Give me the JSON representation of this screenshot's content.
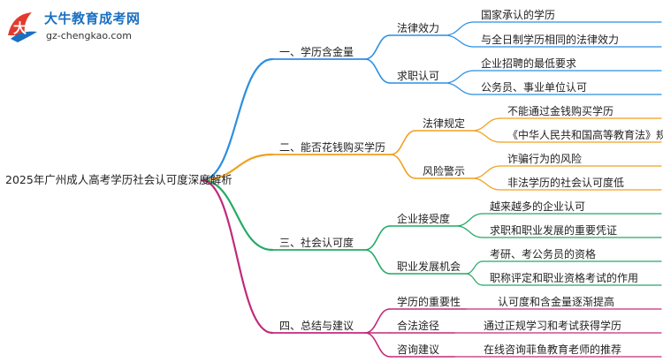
{
  "logo": {
    "title": "大牛教育成考网",
    "subtitle": "gz-chengkao.com"
  },
  "root": "2025年广州成人高考学历社会认可度深度解析",
  "branches": [
    {
      "label": "一、学历含金量",
      "color": "#2b8fe0",
      "children": [
        {
          "label": "法律效力",
          "leaves": [
            "国家承认的学历",
            "与全日制学历相同的法律效力"
          ]
        },
        {
          "label": "求职认可",
          "leaves": [
            "企业招聘的最低要求",
            "公务员、事业单位认可"
          ]
        }
      ]
    },
    {
      "label": "二、能否花钱购买学历",
      "color": "#f0a020",
      "children": [
        {
          "label": "法律规定",
          "leaves": [
            "不能通过金钱购买学历",
            "《中华人民共和国高等教育法》规定"
          ]
        },
        {
          "label": "风险警示",
          "leaves": [
            "诈骗行为的风险",
            "非法学历的社会认可度低"
          ]
        }
      ]
    },
    {
      "label": "三、社会认可度",
      "color": "#22aa66",
      "children": [
        {
          "label": "企业接受度",
          "leaves": [
            "越来越多的企业认可",
            "求职和职业发展的重要凭证"
          ]
        },
        {
          "label": "职业发展机会",
          "leaves": [
            "考研、考公务员的资格",
            "职称评定和职业资格考试的作用"
          ]
        }
      ]
    },
    {
      "label": "四、总结与建议",
      "color": "#c02a7a",
      "children": [
        {
          "label": "学历的重要性",
          "leaves": [
            "认可度和含金量逐渐提高"
          ]
        },
        {
          "label": "合法途径",
          "leaves": [
            "通过正规学习和考试获得学历"
          ]
        },
        {
          "label": "咨询建议",
          "leaves": [
            "在线咨询菲鱼教育老师的推荐"
          ]
        }
      ]
    }
  ]
}
